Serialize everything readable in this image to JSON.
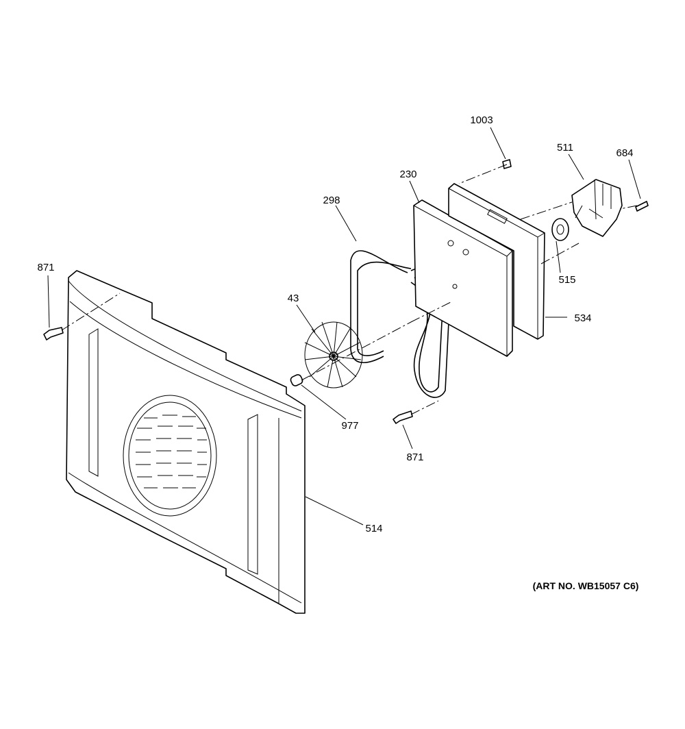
{
  "diagram": {
    "art_number": "(ART NO. WB15057 C6)",
    "callouts": [
      {
        "id": "c1003",
        "label": "1003"
      },
      {
        "id": "c511",
        "label": "511"
      },
      {
        "id": "c684",
        "label": "684"
      },
      {
        "id": "c230",
        "label": "230"
      },
      {
        "id": "c298",
        "label": "298"
      },
      {
        "id": "c871a",
        "label": "871"
      },
      {
        "id": "c43",
        "label": "43"
      },
      {
        "id": "c515",
        "label": "515"
      },
      {
        "id": "c534",
        "label": "534"
      },
      {
        "id": "c977",
        "label": "977"
      },
      {
        "id": "c871b",
        "label": "871"
      },
      {
        "id": "c514",
        "label": "514"
      }
    ]
  }
}
